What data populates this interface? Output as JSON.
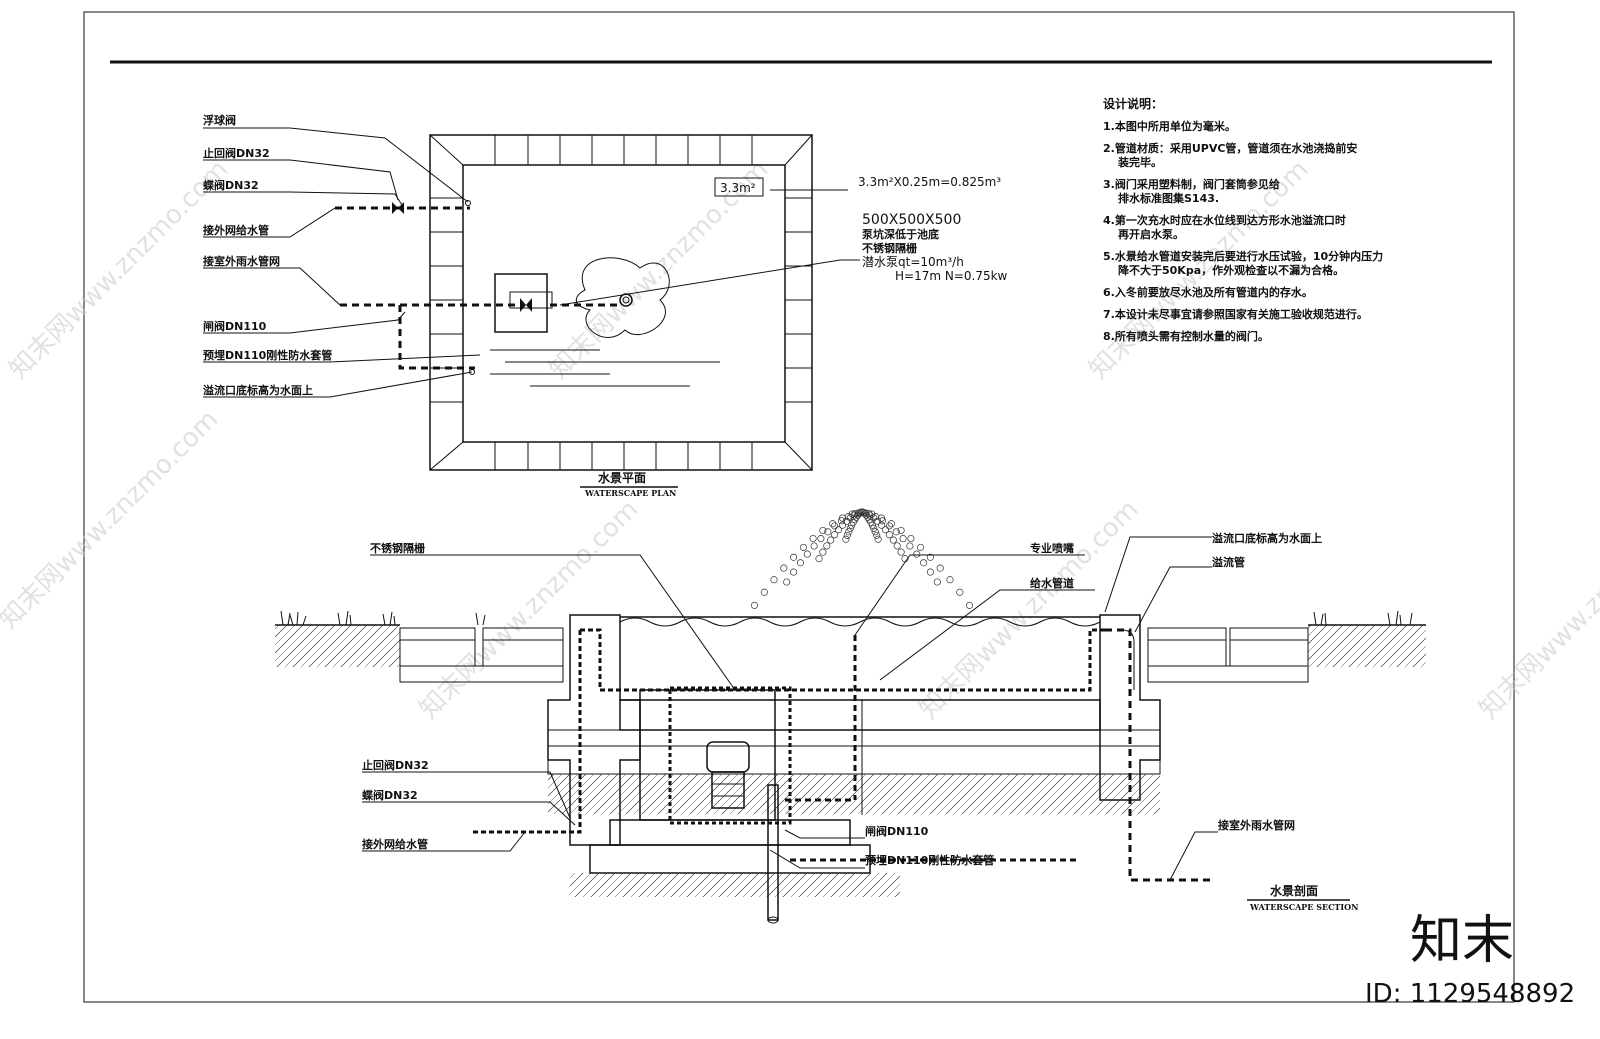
{
  "plan": {
    "labels": {
      "float_valve": "浮球阀",
      "check_valve": "止回阀DN32",
      "butterfly_valve": "蝶阀DN32",
      "supply_pipe": "接外网给水管",
      "storm_well": "接室外雨水管网",
      "gate_valve": "闸阀DN110",
      "sleeve": "预埋DN110刚性防水套管",
      "overflow": "溢流口底标高为水面上"
    },
    "area_tag": "3.3m²",
    "volume_formula": "3.3m²X0.25m=0.825m³",
    "pump_pit": {
      "size": "500X500X500",
      "line1": "泵坑深低于池底",
      "line2": "不锈钢隔栅",
      "line3": "潜水泵qt=10m³/h",
      "line4": "H=17m  N=0.75kw"
    },
    "caption_cn": "水景平面",
    "caption_en": "WATERSCAPE PLAN"
  },
  "notes": {
    "title": "设计说明：",
    "items": [
      "1.本图中所用单位为毫米。",
      "2.管道材质：采用UPVC管，管道须在水池浇捣前安",
      "装完毕。",
      "3.阀门采用塑料制，阀门套筒参见给",
      "排水标准图集S143.",
      "4.第一次充水时应在水位线到达方形水池溢流口时",
      "再开启水泵。",
      "5.水景给水管道安装完后要进行水压试验，10分钟内压力",
      "降不大于50Kpa，作外观检查以不漏为合格。",
      "6.入冬前要放尽水池及所有管道内的存水。",
      "7.本设计未尽事宜请参照国家有关施工验收规范进行。",
      "8.所有喷头需有控制水量的阀门。"
    ]
  },
  "section": {
    "labels": {
      "grille": "不锈钢隔栅",
      "nozzle": "专业喷嘴",
      "supply_pipe": "给水管道",
      "overflow": "溢流口底标高为水面上",
      "overflow_pipe": "溢流管",
      "check_valve": "止回阀DN32",
      "butterfly_valve": "蝶阀DN32",
      "outer_supply": "接外网给水管",
      "gate_valve": "闸阀DN110",
      "sleeve": "预埋DN110刚性防水套管",
      "storm_well": "接室外雨水管网"
    },
    "caption_cn": "水景剖面",
    "caption_en": "WATERSCAPE SECTION"
  },
  "watermark": {
    "logo": "知末",
    "id_text": "ID: 1129548892",
    "repeat_text": "知末网www.znzmo.com"
  }
}
